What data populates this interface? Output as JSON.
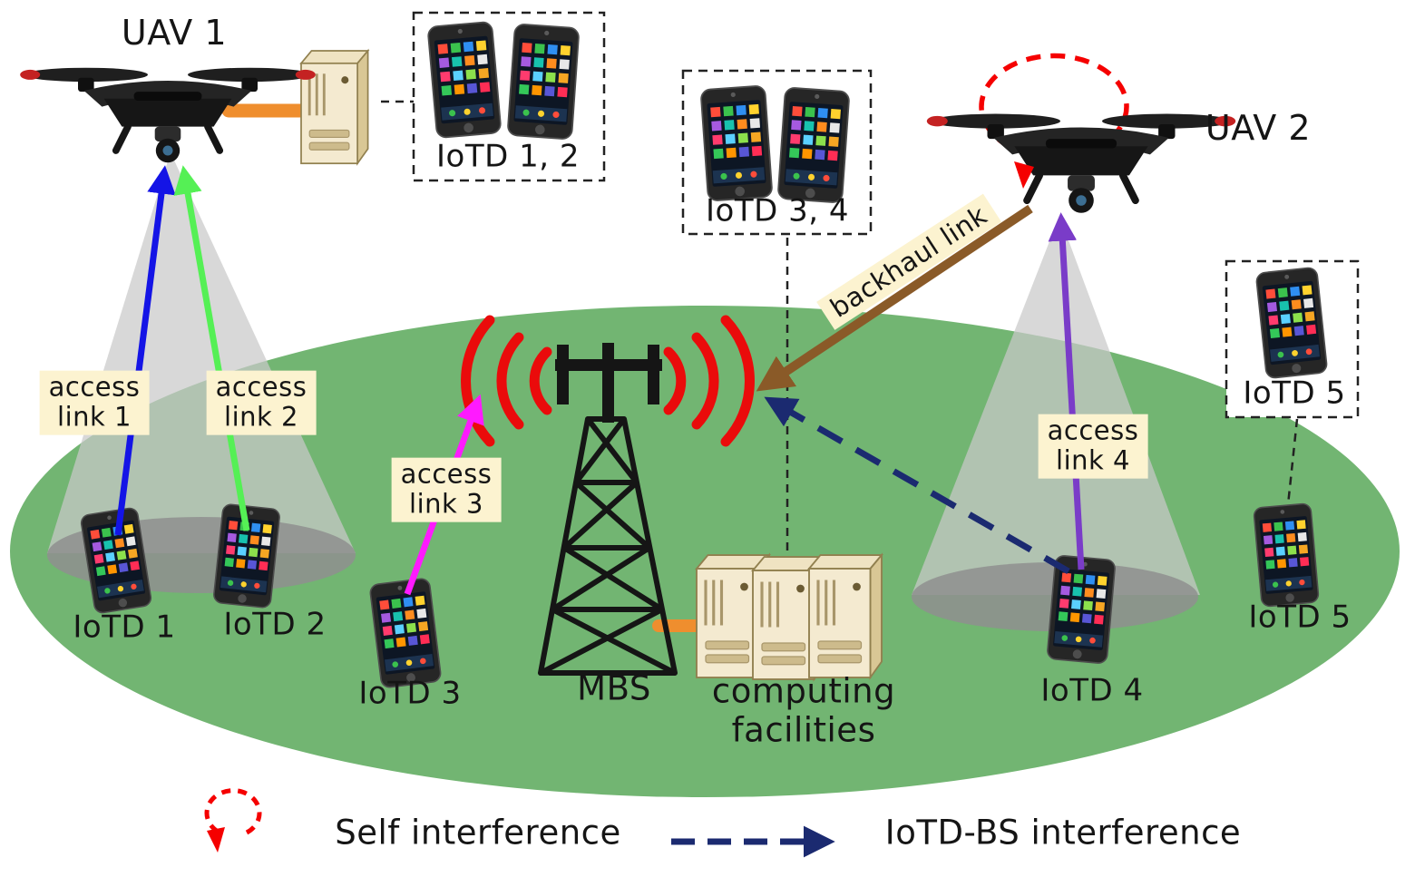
{
  "diagram": {
    "uav1": {
      "label": "UAV 1"
    },
    "uav2": {
      "label": "UAV 2"
    },
    "device_groups": {
      "iotd12": "IoTD 1, 2",
      "iotd34": "IoTD 3, 4",
      "iotd5": "IoTD 5"
    },
    "devices": {
      "iotd1": "IoTD 1",
      "iotd2": "IoTD 2",
      "iotd3": "IoTD 3",
      "iotd4": "IoTD 4",
      "iotd5": "IoTD 5"
    },
    "infrastructure": {
      "mbs": "MBS",
      "computing_line1": "computing",
      "computing_line2": "facilities"
    },
    "links": {
      "access1_line1": "access",
      "access1_line2": "link 1",
      "access2_line1": "access",
      "access2_line2": "link 2",
      "access3_line1": "access",
      "access3_line2": "link 3",
      "access4_line1": "access",
      "access4_line2": "link 4",
      "backhaul": "backhaul link"
    },
    "legend": {
      "self_interference": "Self interference",
      "iotd_bs_interference": "IoTD-BS interference"
    },
    "colors": {
      "coverage_green": "#72b572",
      "access_link_1": "#1414e6",
      "access_link_2": "#55f055",
      "access_link_3": "#ff1aff",
      "access_link_4": "#7a3cc8",
      "backhaul_link": "#8a5a28",
      "interference": "#1b2a70",
      "radio_waves": "#ea0b0b",
      "wired_link": "#ef8e2e",
      "self_interference": "#f50000",
      "label_background": "#fcf3d0"
    }
  }
}
